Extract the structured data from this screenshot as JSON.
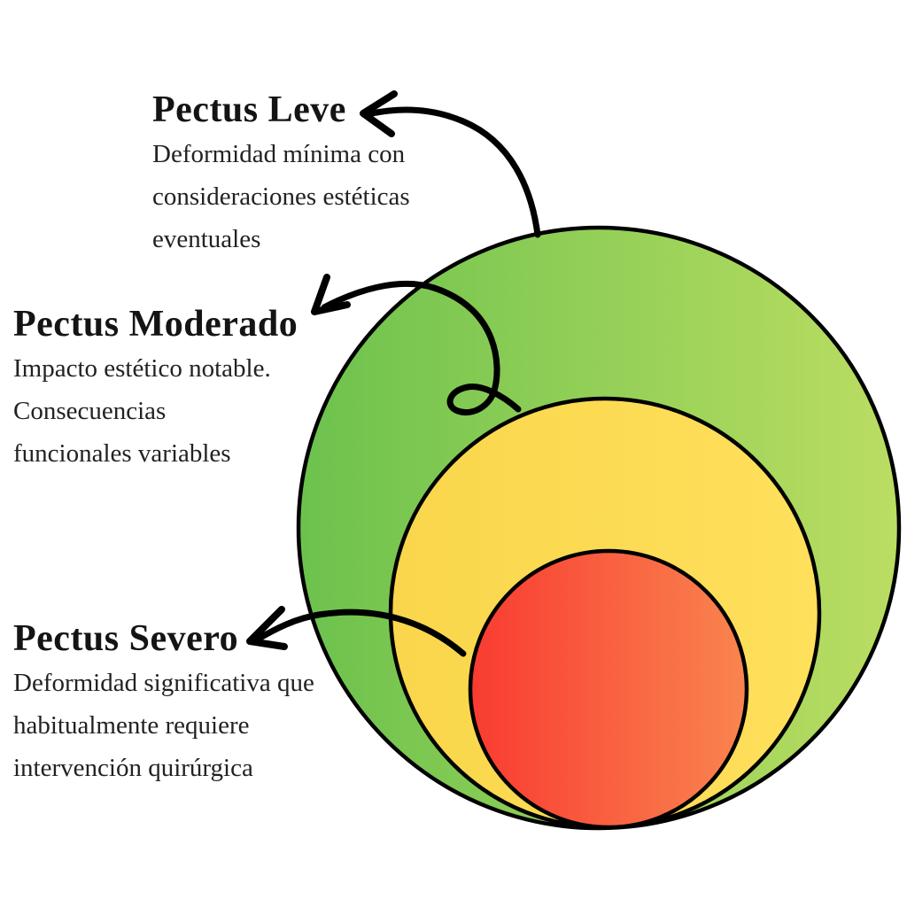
{
  "diagram": {
    "background": "#ffffff",
    "outline_color": "#000000",
    "arrow_color": "#000000",
    "labels": [
      {
        "title": "Pectus Leve",
        "lines": [
          "Deformidad mínima con",
          "consideraciones estéticas",
          "eventuales"
        ]
      },
      {
        "title": "Pectus Moderado",
        "lines": [
          "Impacto estético notable.",
          "Consecuencias",
          "funcionales variables"
        ]
      },
      {
        "title": "Pectus Severo",
        "lines": [
          "Deformidad significativa que",
          "habitualmente requiere",
          "intervención quirúrgica"
        ]
      }
    ],
    "rings": [
      {
        "name": "Pectus Leve",
        "severity": "leve",
        "color_left": "#6cc24d",
        "color_right": "#bbdd62"
      },
      {
        "name": "Pectus Moderado",
        "severity": "moderado",
        "color_left": "#f9d64b",
        "color_right": "#ffe05c"
      },
      {
        "name": "Pectus Severo",
        "severity": "severo",
        "color_left": "#f93b31",
        "color_right": "#f9854f"
      }
    ]
  }
}
